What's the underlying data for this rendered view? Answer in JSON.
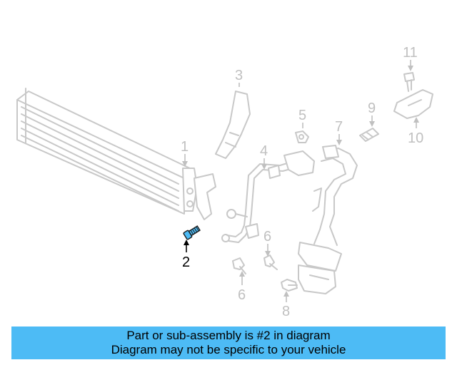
{
  "diagram": {
    "highlight_color": "#4dbbf5",
    "callouts": {
      "c1": "1",
      "c2": "2",
      "c3": "3",
      "c4": "4",
      "c5": "5",
      "c6a": "6",
      "c6b": "6",
      "c7": "7",
      "c8": "8",
      "c9": "9",
      "c10": "10",
      "c11": "11"
    }
  },
  "banner": {
    "line1": "Part or sub-assembly is #2 in diagram",
    "line2": "Diagram may not be specific to your vehicle",
    "color": "#4dbbf5"
  }
}
